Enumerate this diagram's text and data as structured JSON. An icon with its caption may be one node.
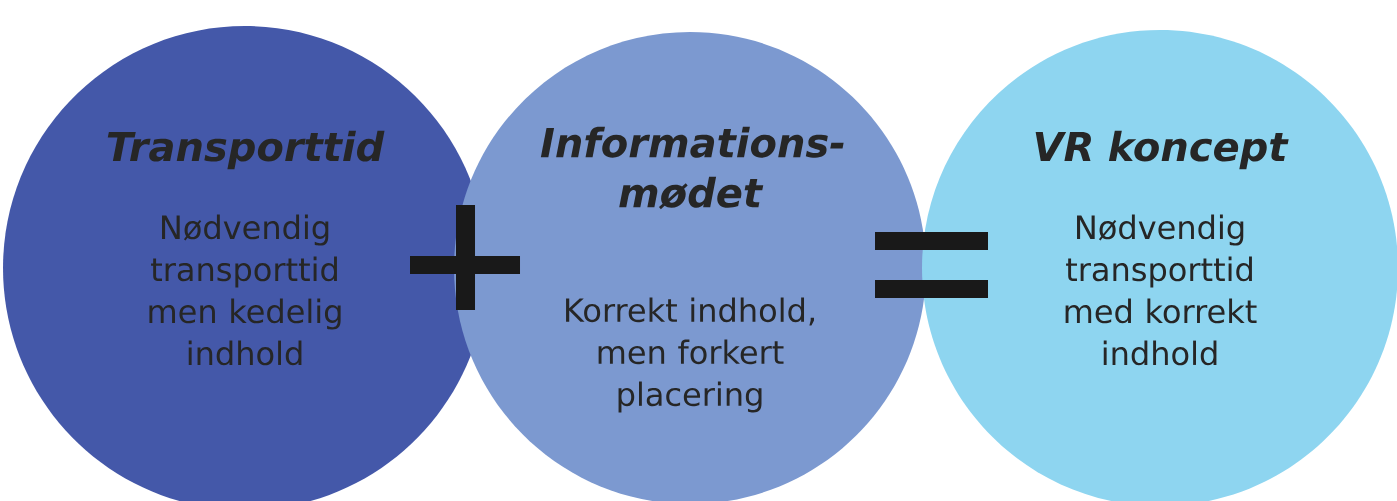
{
  "diagram": {
    "nodes": [
      {
        "text": [
          "Transporttid",
          "Nødvendig transporttid men kedelig indhold"
        ]
      },
      {
        "text": [
          "Informations-mødet",
          "Korrekt indhold, men forkert placering"
        ]
      },
      {
        "text": [
          "VR koncept",
          "Nødvendig transporttid med korrekt indhold"
        ]
      }
    ]
  }
}
